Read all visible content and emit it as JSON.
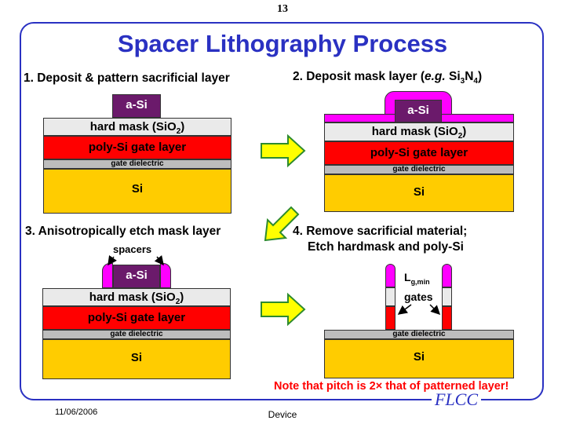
{
  "page_number": "13",
  "title": "Spacer Lithography Process",
  "steps": {
    "s1": "1. Deposit & pattern sacrificial layer",
    "s2_pre": "2. Deposit mask layer (",
    "s2_eg": "e.g.",
    "s2_si": " Si",
    "s2_sub3": "3",
    "s2_n": "N",
    "s2_sub4": "4",
    "s2_post": ")",
    "s3": "3. Anisotropically etch mask layer",
    "s4_line1": "4. Remove sacrificial material;",
    "s4_line2": "Etch hardmask and poly-Si"
  },
  "layers": {
    "asi": "a-Si",
    "hardmask_pre": "hard mask (SiO",
    "hardmask_sub": "2",
    "hardmask_post": ")",
    "poly": "poly-Si gate layer",
    "dielectric": "gate dielectric",
    "si": "Si"
  },
  "labels": {
    "spacers": "spacers",
    "lg": "L",
    "lg_sub": "g,min",
    "gates": "gates"
  },
  "note": "Note that pitch is 2× that of patterned layer!",
  "footer": {
    "date": "11/06/2006",
    "center": "Device",
    "logo": "FLCC"
  },
  "colors": {
    "title_blue": "#2a31c2",
    "asi": "#6b1a6b",
    "mask": "#ff00ff",
    "poly": "#ff0000",
    "hardmask": "#eaeaea",
    "dielectric": "#bdbdbd",
    "si": "#ffcc00",
    "arrow_fill": "#ffff00",
    "arrow_stroke": "#2e8b2e",
    "note": "#ff0000"
  }
}
